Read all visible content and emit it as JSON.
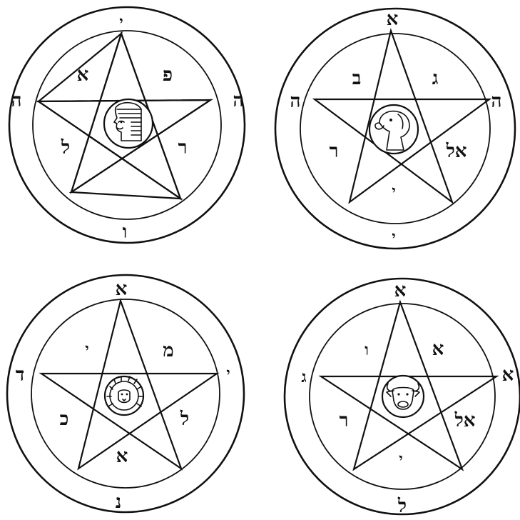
{
  "pentacles": [
    {
      "name": "human",
      "emblem": "pharaoh-head-icon",
      "letters": {
        "top": "י",
        "left_outer": "ה",
        "right_outer": "ה",
        "bottom_outer": "ו",
        "upper_left": "א",
        "upper_right": "פ",
        "lower_left": "ל",
        "lower_right": "ר",
        "bottom_inner": ""
      }
    },
    {
      "name": "eagle",
      "emblem": "eagle-head-icon",
      "letters": {
        "top": "א",
        "left_outer": "ה",
        "right_outer": "ה",
        "bottom_outer": "י",
        "upper_left": "ב",
        "upper_right": "ג",
        "lower_left": "ר",
        "lower_right": "אל",
        "bottom_inner": "י"
      }
    },
    {
      "name": "lion",
      "emblem": "lion-head-icon",
      "letters": {
        "top": "א",
        "left_outer": "ד",
        "right_outer": "י",
        "bottom_outer": "נ",
        "upper_left": "י",
        "upper_right": "מ",
        "lower_left": "כ",
        "lower_right": "ל",
        "bottom_inner": "א"
      }
    },
    {
      "name": "bull",
      "emblem": "bull-head-icon",
      "letters": {
        "top": "א",
        "left_outer": "ג",
        "right_outer": "א",
        "bottom_outer": "ל",
        "upper_left": "ו",
        "upper_right": "א",
        "lower_left": "ר",
        "lower_right": "אל",
        "bottom_inner": "י"
      }
    }
  ]
}
